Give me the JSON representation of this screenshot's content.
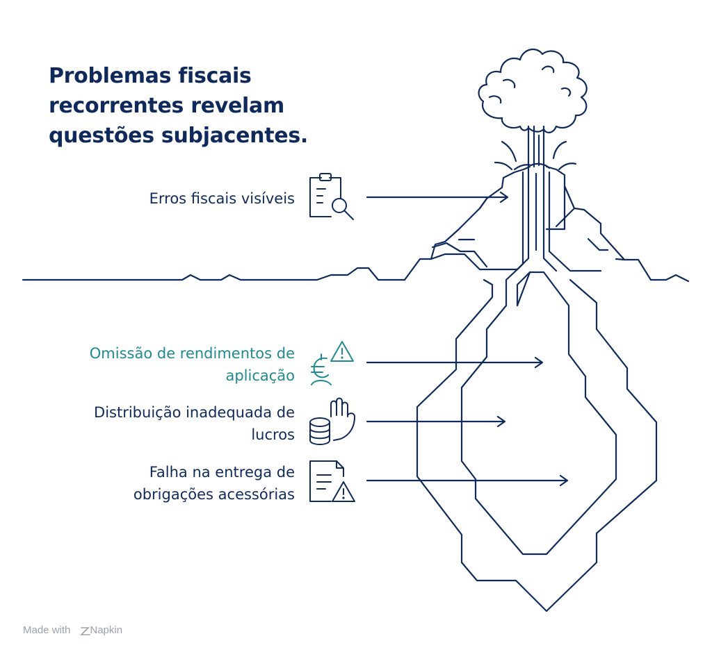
{
  "title": "Problemas fiscais\nrecorrentes revelam\nquestões subjacentes.",
  "items": [
    {
      "label": "Erros fiscais visíveis",
      "icon": "clipboard-search-icon",
      "color": "#0f2a5a"
    },
    {
      "label": "Omissão de rendimentos de\naplicação",
      "icon": "euro-warning-icon",
      "color": "#1f8a91"
    },
    {
      "label": "Distribuição inadequada de\nlucros",
      "icon": "coins-hand-icon",
      "color": "#0f2a5a"
    },
    {
      "label": "Falha na entrega de\nobrigações acessórias",
      "icon": "document-warning-icon",
      "color": "#0f2a5a"
    }
  ],
  "footer": {
    "made_with": "Made with",
    "brand": "Napkin"
  },
  "colors": {
    "navy": "#0f2a5a",
    "teal": "#1f8a91",
    "footer": "#9aa3ad"
  }
}
